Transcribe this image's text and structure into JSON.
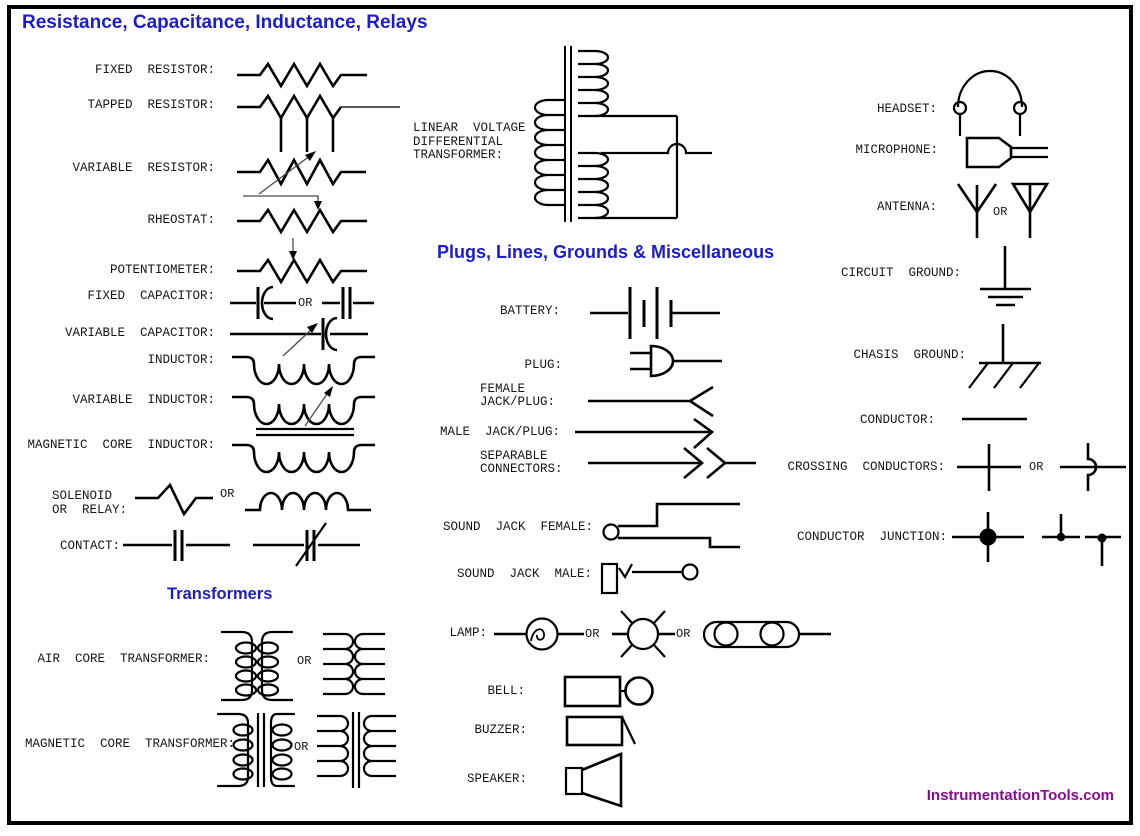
{
  "headings": {
    "section1": "Resistance, Capacitance, Inductance, Relays",
    "section2": "Transformers",
    "section3": "Plugs, Lines, Grounds & Miscellaneous"
  },
  "or": "OR",
  "watermark": "InstrumentationTools.com",
  "colors": {
    "heading_blue": "#1c1ccd",
    "watermark_purple": "#8a0a94",
    "line_black": "#000000"
  },
  "left": {
    "fixed_resistor": "FIXED  RESISTOR:",
    "tapped_resistor": "TAPPED  RESISTOR:",
    "variable_resistor": "VARIABLE  RESISTOR:",
    "rheostat": "RHEOSTAT:",
    "potentiometer": "POTENTIOMETER:",
    "fixed_capacitor": "FIXED  CAPACITOR:",
    "variable_capacitor": "VARIABLE  CAPACITOR:",
    "inductor": "INDUCTOR:",
    "variable_inductor": "VARIABLE  INDUCTOR:",
    "magnetic_core_inductor": "MAGNETIC  CORE  INDUCTOR:",
    "solenoid_line1": "SOLENOID",
    "solenoid_line2": "OR  RELAY:",
    "contact": "CONTACT:",
    "air_core_transformer": "AIR  CORE  TRANSFORMER:",
    "magnetic_core_transformer": "MAGNETIC  CORE  TRANSFORMER:"
  },
  "middle": {
    "lvdt_line1": "LINEAR  VOLTAGE",
    "lvdt_line2": "DIFFERENTIAL",
    "lvdt_line3": "TRANSFORMER:",
    "battery": "BATTERY:",
    "plug": "PLUG:",
    "female_jack_line1": "FEMALE",
    "female_jack_line2": "JACK/PLUG:",
    "male_jack": "MALE  JACK/PLUG:",
    "separable_line1": "SEPARABLE",
    "separable_line2": "CONNECTORS:",
    "sound_jack_female": "SOUND  JACK  FEMALE:",
    "sound_jack_male": "SOUND  JACK  MALE:",
    "lamp": "LAMP:",
    "bell": "BELL:",
    "buzzer": "BUZZER:",
    "speaker": "SPEAKER:"
  },
  "right": {
    "headset": "HEADSET:",
    "microphone": "MICROPHONE:",
    "antenna": "ANTENNA:",
    "circuit_ground": "CIRCUIT  GROUND:",
    "chasis_ground": "CHASIS  GROUND:",
    "conductor": "CONDUCTOR:",
    "crossing_conductors": "CROSSING  CONDUCTORS:",
    "conductor_junction": "CONDUCTOR  JUNCTION:"
  }
}
